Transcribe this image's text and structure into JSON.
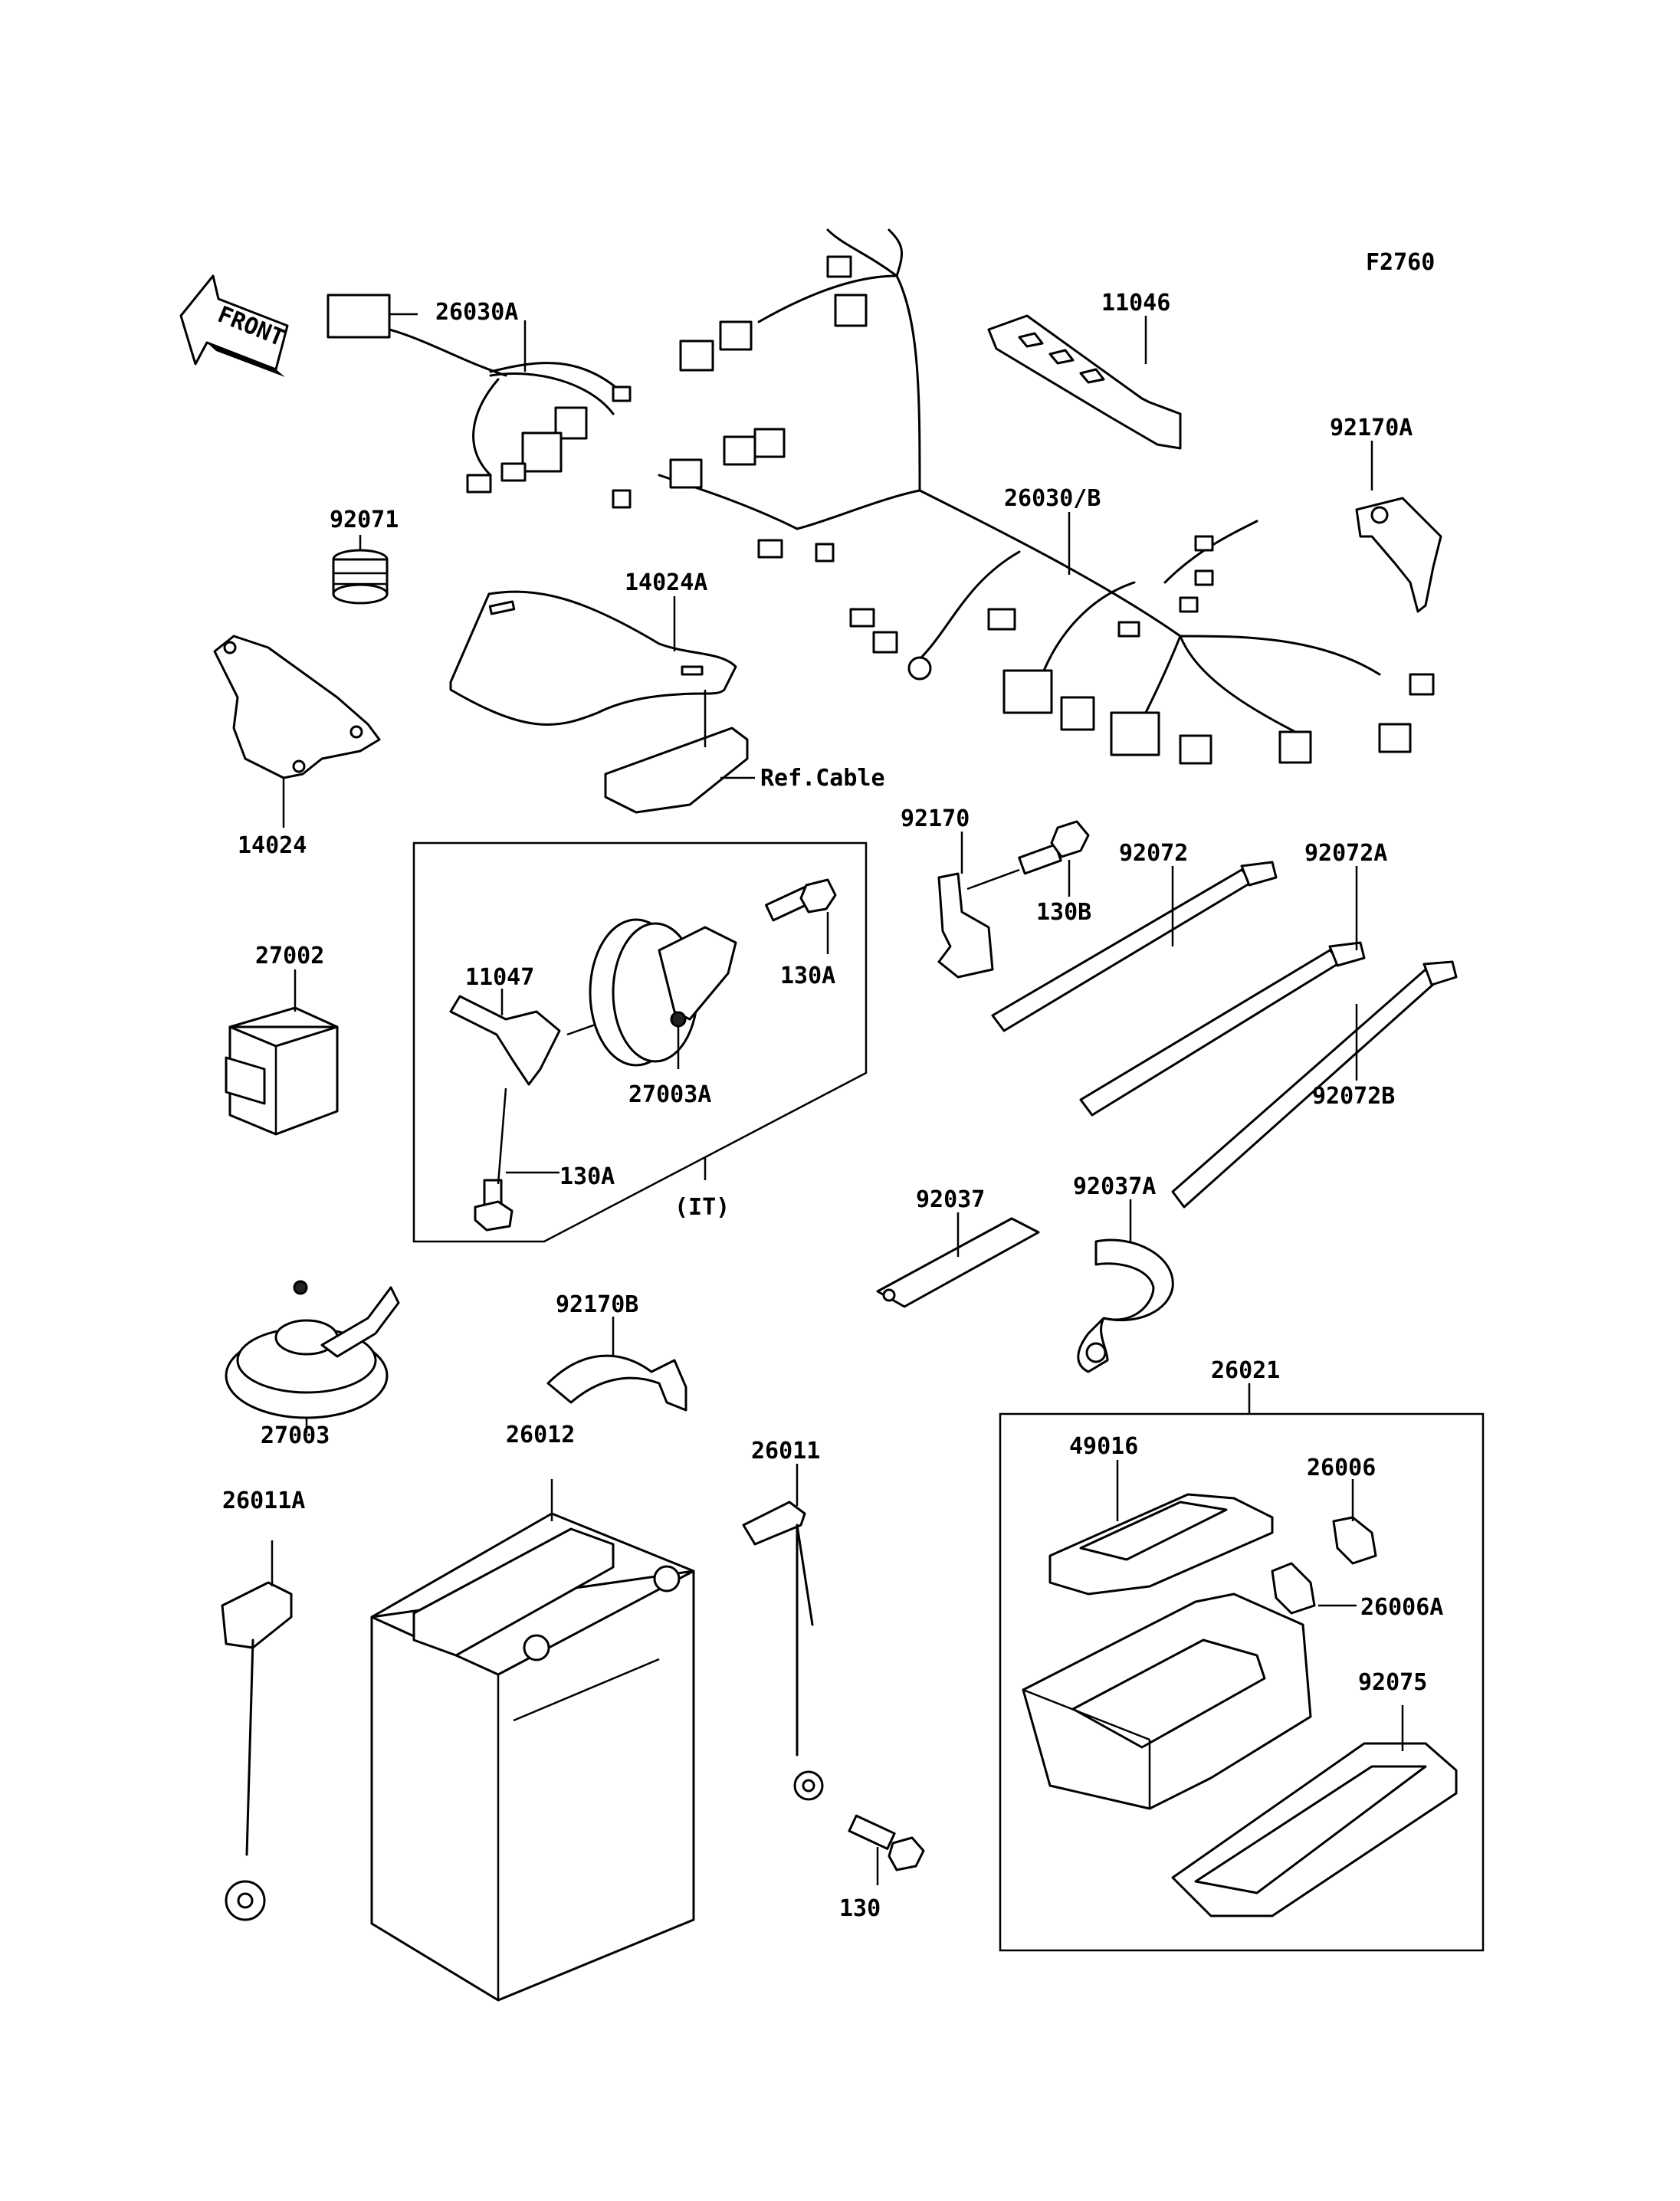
{
  "diagram": {
    "code": "F2760",
    "front_label": "FRONT",
    "ref_note": "Ref.Cable",
    "group_note": "(IT)",
    "parts": [
      {
        "key": "26030A",
        "label": "26030A"
      },
      {
        "key": "11046",
        "label": "11046"
      },
      {
        "key": "92170A",
        "label": "92170A"
      },
      {
        "key": "26030B",
        "label": "26030/B"
      },
      {
        "key": "92071",
        "label": "92071"
      },
      {
        "key": "14024A",
        "label": "14024A"
      },
      {
        "key": "14024",
        "label": "14024"
      },
      {
        "key": "92170",
        "label": "92170"
      },
      {
        "key": "92072",
        "label": "92072"
      },
      {
        "key": "92072A",
        "label": "92072A"
      },
      {
        "key": "130B",
        "label": "130B"
      },
      {
        "key": "92072B",
        "label": "92072B"
      },
      {
        "key": "27002",
        "label": "27002"
      },
      {
        "key": "11047",
        "label": "11047"
      },
      {
        "key": "130A_top",
        "label": "130A"
      },
      {
        "key": "27003A",
        "label": "27003A"
      },
      {
        "key": "130A_bottom",
        "label": "130A"
      },
      {
        "key": "92037",
        "label": "92037"
      },
      {
        "key": "92037A",
        "label": "92037A"
      },
      {
        "key": "92170B",
        "label": "92170B"
      },
      {
        "key": "27003",
        "label": "27003"
      },
      {
        "key": "26021",
        "label": "26021"
      },
      {
        "key": "26012",
        "label": "26012"
      },
      {
        "key": "26011",
        "label": "26011"
      },
      {
        "key": "26011A",
        "label": "26011A"
      },
      {
        "key": "49016",
        "label": "49016"
      },
      {
        "key": "26006",
        "label": "26006"
      },
      {
        "key": "26006A",
        "label": "26006A"
      },
      {
        "key": "92075",
        "label": "92075"
      },
      {
        "key": "130",
        "label": "130"
      }
    ]
  }
}
